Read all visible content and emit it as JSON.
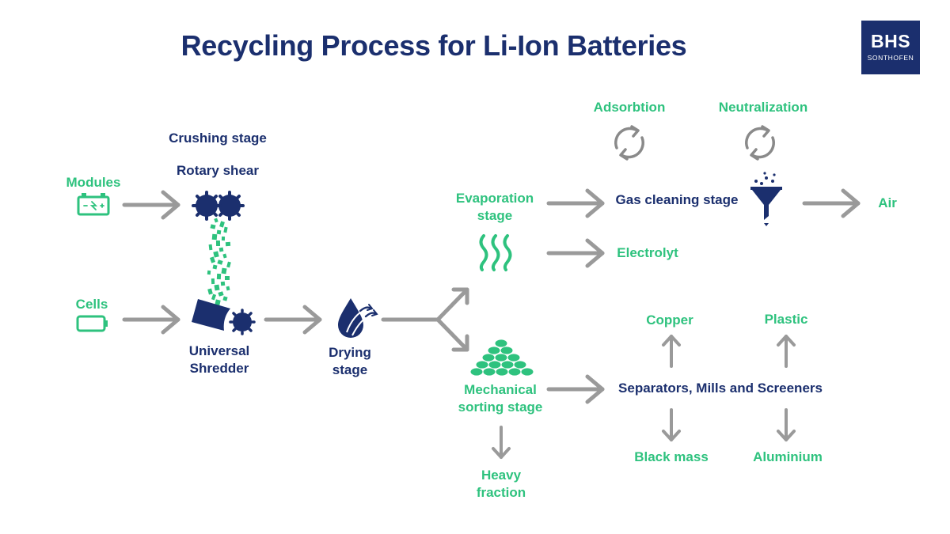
{
  "title": "Recycling Process for Li-Ion Batteries",
  "logo": {
    "line1": "BHS",
    "line2": "SONTHOFEN"
  },
  "colors": {
    "navy": "#1b2f6e",
    "green": "#2ec27e",
    "arrow": "#9a9a9a"
  },
  "labels": {
    "modules": "Modules",
    "cells": "Cells",
    "crushing_stage": "Crushing stage",
    "rotary_shear": "Rotary shear",
    "universal_shredder": "Universal\nShredder",
    "drying_stage": "Drying\nstage",
    "evaporation_stage": "Evaporation\nstage",
    "gas_cleaning_stage": "Gas cleaning stage",
    "adsorbtion": "Adsorbtion",
    "neutralization": "Neutralization",
    "air": "Air",
    "electrolyt": "Electrolyt",
    "mechanical_sorting_stage": "Mechanical\nsorting stage",
    "heavy_fraction": "Heavy\nfraction",
    "separators": "Separators, Mills and Screeners",
    "copper": "Copper",
    "plastic": "Plastic",
    "black_mass": "Black mass",
    "aluminium": "Aluminium"
  },
  "icons": [
    "battery-module-icon",
    "battery-cell-icon",
    "rotary-shear-icon",
    "universal-shredder-icon",
    "drying-drop-icon",
    "evaporation-icon",
    "adsorption-cycle-icon",
    "neutralization-cycle-icon",
    "filter-funnel-icon",
    "pile-icon"
  ]
}
